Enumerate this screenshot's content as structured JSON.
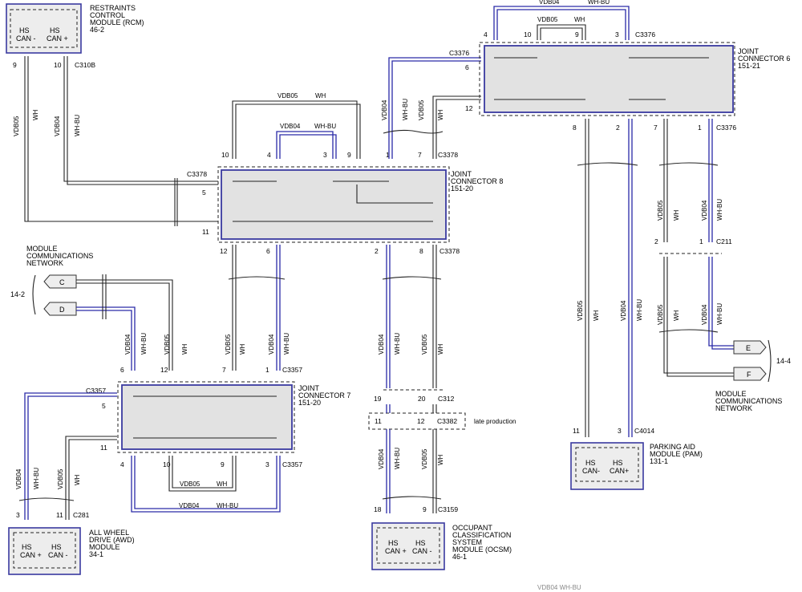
{
  "modules": {
    "rcm": {
      "lines": [
        "RESTRAINTS",
        "CONTROL",
        "MODULE (RCM)",
        "46-2"
      ],
      "pins": [
        "HS CAN -",
        "HS CAN +"
      ]
    },
    "jc6": {
      "lines": [
        "JOINT",
        "CONNECTOR 6",
        "151-21"
      ]
    },
    "jc8": {
      "lines": [
        "JOINT",
        "CONNECTOR 8",
        "151-20"
      ]
    },
    "jc7": {
      "lines": [
        "JOINT",
        "CONNECTOR 7",
        "151-20"
      ]
    },
    "awd": {
      "lines": [
        "ALL WHEEL",
        "DRIVE (AWD)",
        "MODULE",
        "34-1"
      ],
      "pin1": "HS",
      "pin1b": "CAN +",
      "pin2": "HS",
      "pin2b": "CAN -"
    },
    "ocsm": {
      "lines": [
        "OCCUPANT",
        "CLASSIFICATION",
        "SYSTEM",
        "MODULE (OCSM)",
        "46-1"
      ],
      "pin1": "HS",
      "pin1b": "CAN +",
      "pin2": "HS",
      "pin2b": "CAN -"
    },
    "pam": {
      "lines": [
        "PARKING AID",
        "MODULE (PAM)",
        "131-1"
      ],
      "pin1": "HS",
      "pin1b": "CAN-",
      "pin2": "HS",
      "pin2b": "CAN+"
    },
    "mcn_left": {
      "lines": [
        "MODULE",
        "COMMUNICATIONS",
        "NETWORK"
      ],
      "ref": "14-2",
      "c": "C",
      "d": "D"
    },
    "mcn_right": {
      "lines": [
        "MODULE",
        "COMMUNICATIONS",
        "NETWORK"
      ],
      "ref": "14-4",
      "e": "E",
      "f": "F"
    }
  },
  "connectors": {
    "c310b": "C310B",
    "c3376": "C3376",
    "c3378": "C3378",
    "c3357": "C3357",
    "c281": "C281",
    "c312": "C312",
    "c3382": "C3382",
    "late": "late production",
    "c3159": "C3159",
    "c4014": "C4014",
    "c211": "C211"
  },
  "wires": {
    "vdb05": "VDB05",
    "vdb04": "VDB04",
    "wh": "WH",
    "whbu": "WH-BU"
  },
  "pins": {
    "p1": "1",
    "p2": "2",
    "p3": "3",
    "p4": "4",
    "p5": "5",
    "p6": "6",
    "p7": "7",
    "p8": "8",
    "p9": "9",
    "p10": "10",
    "p11": "11",
    "p12": "12",
    "p18": "18",
    "p19": "19",
    "p20": "20"
  },
  "footer_fragment": "VDB04 WH-BU"
}
